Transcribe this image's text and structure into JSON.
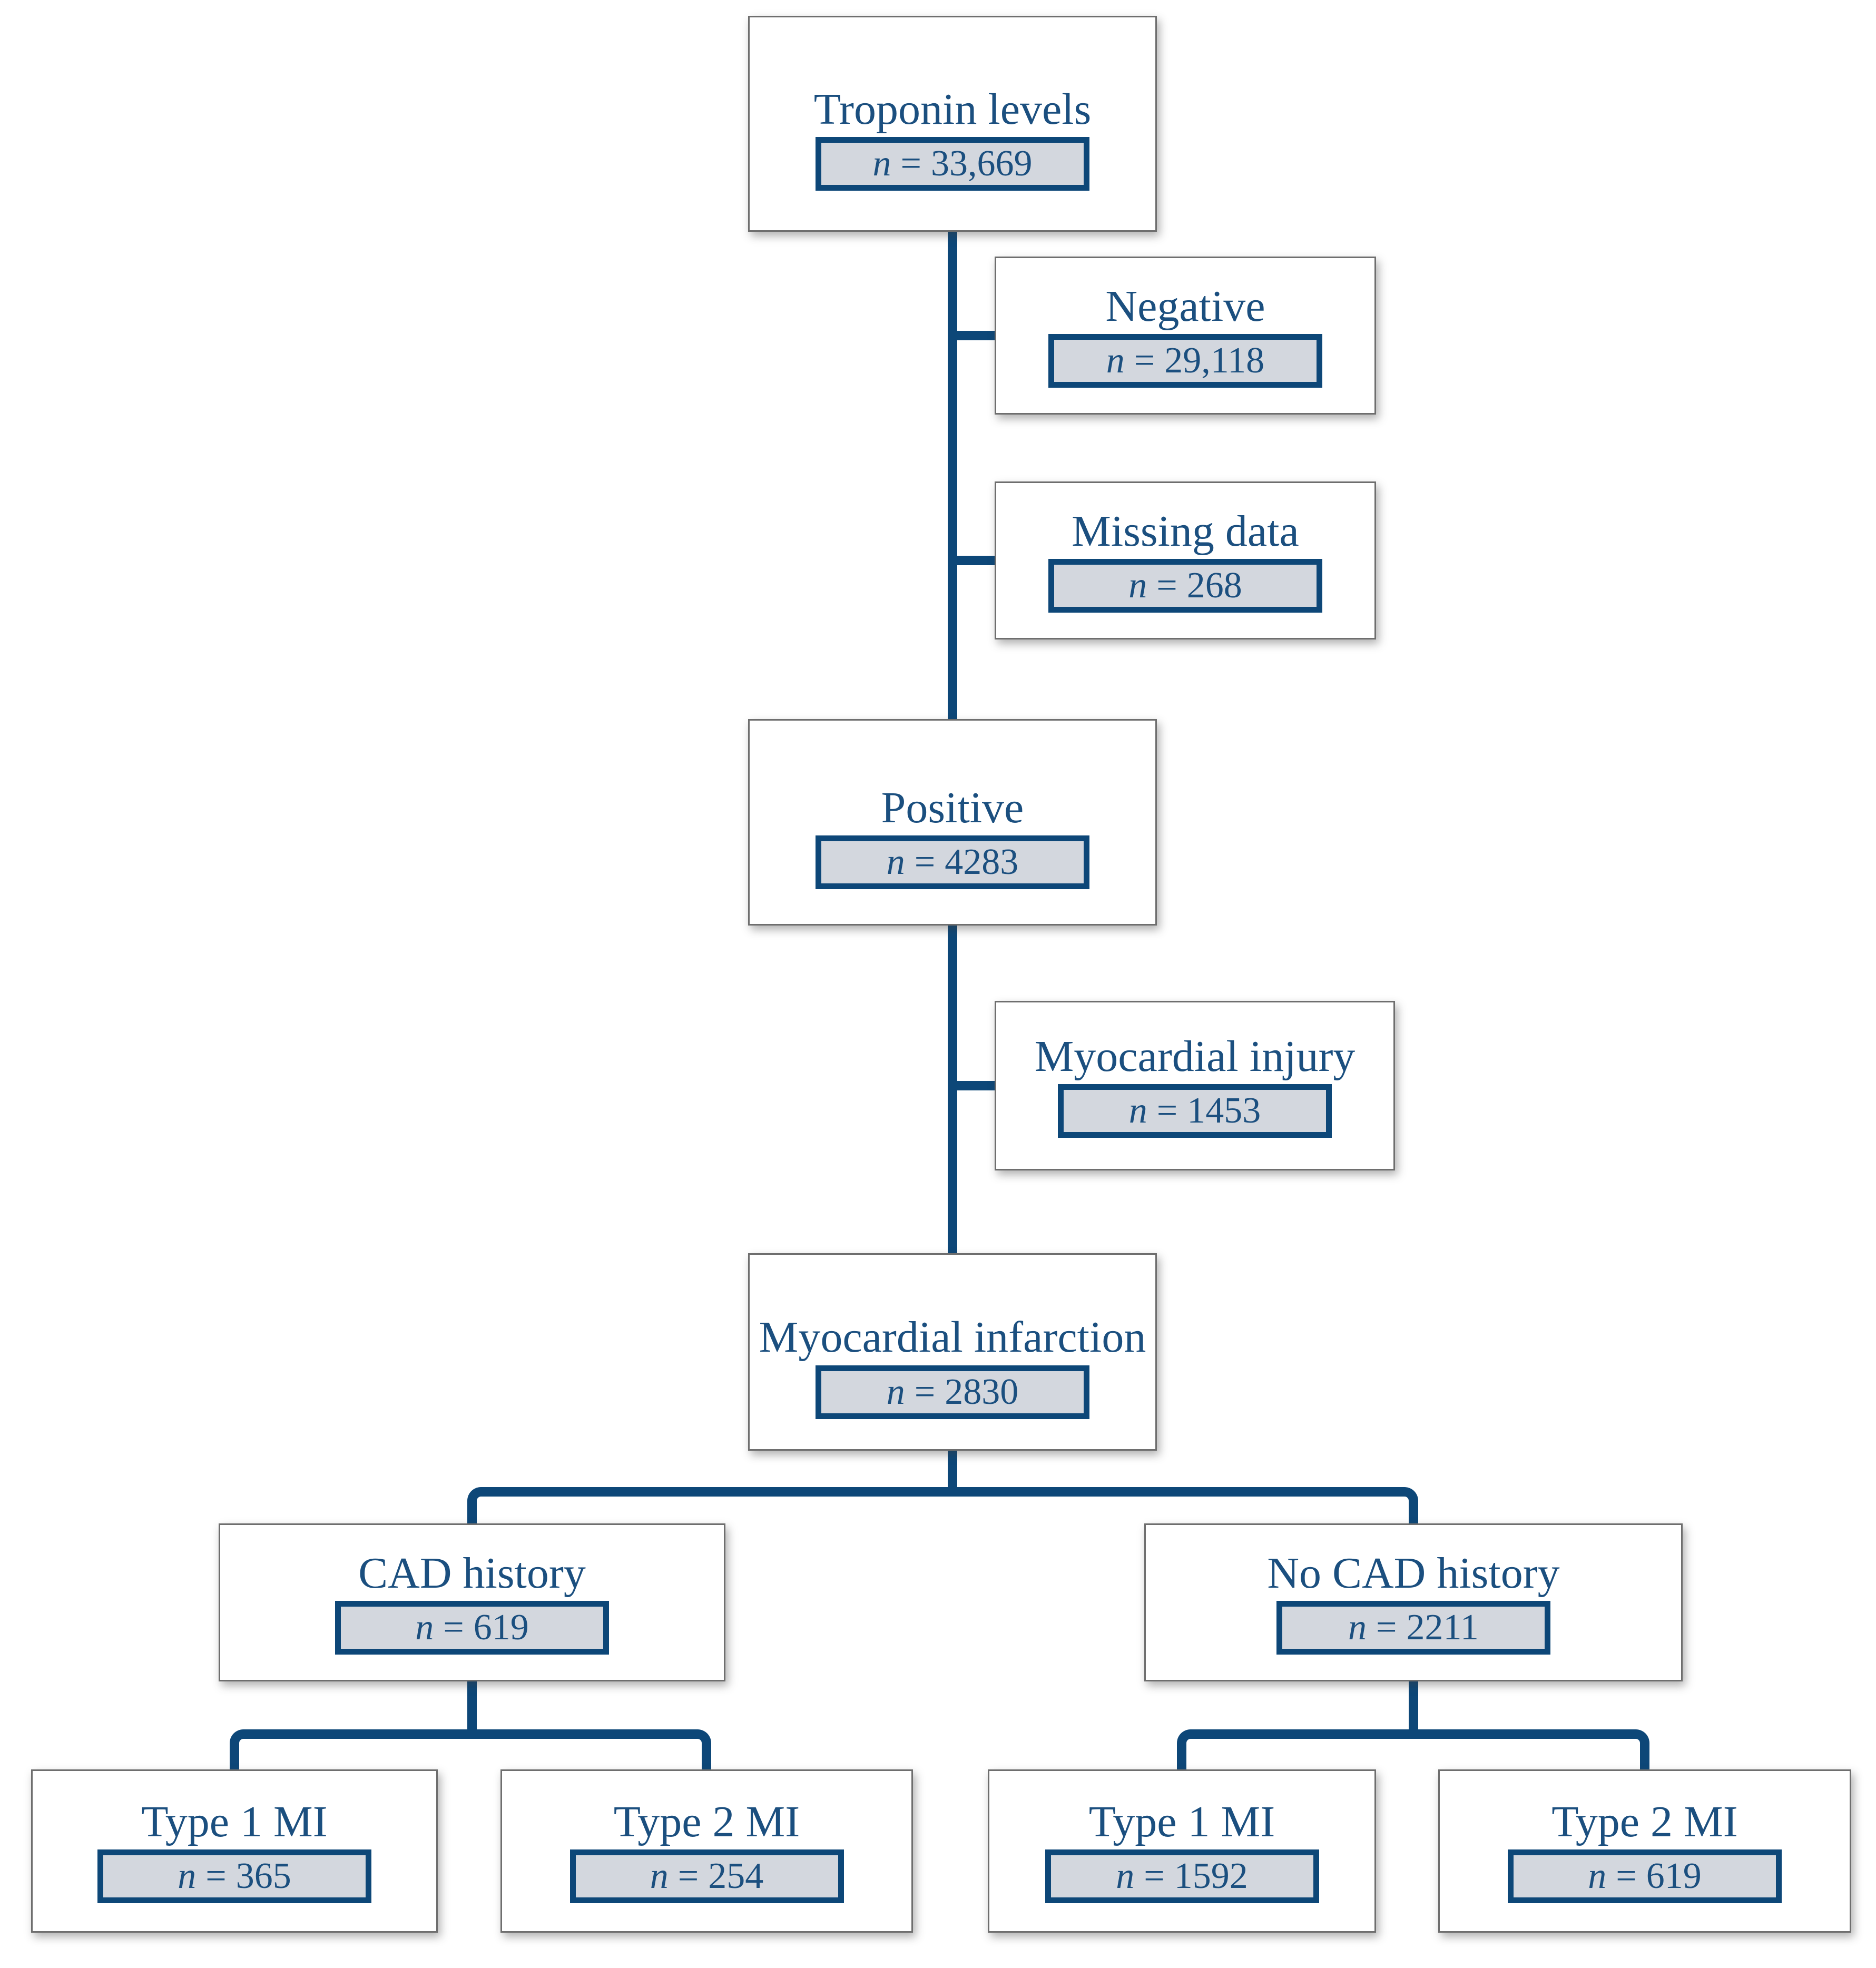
{
  "palette": {
    "navy_line": "#0d4778",
    "navy_text": "#1b4f7f",
    "count_box_fill": "#d3d7de",
    "outer_box_border": "#6e6e6e",
    "background": "#ffffff"
  },
  "n_symbol": "n",
  "equals": "=",
  "nodes": [
    {
      "id": "troponin-levels",
      "title": "Troponin levels",
      "count": "33,669"
    },
    {
      "id": "negative",
      "title": "Negative",
      "count": "29,118"
    },
    {
      "id": "missing-data",
      "title": "Missing data",
      "count": "268"
    },
    {
      "id": "positive",
      "title": "Positive",
      "count": "4283"
    },
    {
      "id": "myocardial-injury",
      "title": "Myocardial injury",
      "count": "1453"
    },
    {
      "id": "myocardial-infarction",
      "title": "Myocardial infarction",
      "count": "2830"
    },
    {
      "id": "cad-history",
      "title": "CAD history",
      "count": "619"
    },
    {
      "id": "no-cad-history",
      "title": "No CAD history",
      "count": "2211"
    },
    {
      "id": "type-1-mi-cad",
      "title": "Type 1 MI",
      "count": "365"
    },
    {
      "id": "type-2-mi-cad",
      "title": "Type 2 MI",
      "count": "254"
    },
    {
      "id": "type-1-mi-no-cad",
      "title": "Type 1 MI",
      "count": "1592"
    },
    {
      "id": "type-2-mi-no-cad",
      "title": "Type 2 MI",
      "count": "619"
    }
  ],
  "edges": [
    {
      "from": "troponin-levels",
      "to": "negative"
    },
    {
      "from": "troponin-levels",
      "to": "missing-data"
    },
    {
      "from": "troponin-levels",
      "to": "positive"
    },
    {
      "from": "positive",
      "to": "myocardial-injury"
    },
    {
      "from": "positive",
      "to": "myocardial-infarction"
    },
    {
      "from": "myocardial-infarction",
      "to": "cad-history"
    },
    {
      "from": "myocardial-infarction",
      "to": "no-cad-history"
    },
    {
      "from": "cad-history",
      "to": "type-1-mi-cad"
    },
    {
      "from": "cad-history",
      "to": "type-2-mi-cad"
    },
    {
      "from": "no-cad-history",
      "to": "type-1-mi-no-cad"
    },
    {
      "from": "no-cad-history",
      "to": "type-2-mi-no-cad"
    }
  ]
}
